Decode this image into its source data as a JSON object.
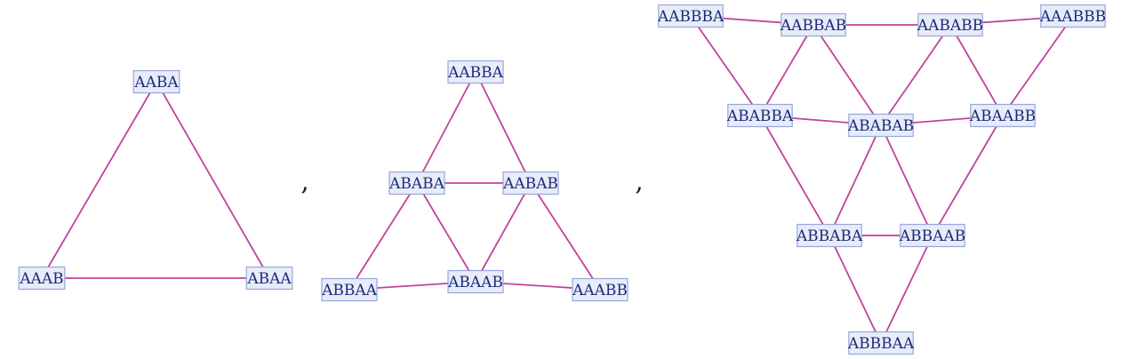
{
  "colors": {
    "node_fill": "#e8ecf8",
    "node_stroke": "#97a7dc",
    "label": "#1b2a7a",
    "edge": "#c0439a"
  },
  "separator_text": ",",
  "graphs": [
    {
      "id": "graph-1",
      "nodes": [
        "AABA",
        "AAAB",
        "ABAA"
      ],
      "edges": [
        [
          "AABA",
          "AAAB"
        ],
        [
          "AABA",
          "ABAA"
        ],
        [
          "AAAB",
          "ABAA"
        ]
      ]
    },
    {
      "id": "graph-2",
      "nodes": [
        "AABBA",
        "ABABA",
        "AABAB",
        "ABBAA",
        "ABAAB",
        "AAABB"
      ],
      "edges": [
        [
          "AABBA",
          "ABABA"
        ],
        [
          "AABBA",
          "AABAB"
        ],
        [
          "ABABA",
          "AABAB"
        ],
        [
          "ABABA",
          "ABBAA"
        ],
        [
          "ABABA",
          "ABAAB"
        ],
        [
          "AABAB",
          "ABAAB"
        ],
        [
          "AABAB",
          "AAABB"
        ],
        [
          "ABBAA",
          "ABAAB"
        ],
        [
          "ABAAB",
          "AAABB"
        ]
      ]
    },
    {
      "id": "graph-3",
      "nodes": [
        "AABBBA",
        "AABBAB",
        "AABABB",
        "AAABBB",
        "ABABBA",
        "ABABAB",
        "ABAABB",
        "ABBABA",
        "ABBAAB",
        "ABBBAA"
      ],
      "edges": [
        [
          "AABBBA",
          "AABBAB"
        ],
        [
          "AABBAB",
          "AABABB"
        ],
        [
          "AABABB",
          "AAABBB"
        ],
        [
          "AABBBA",
          "ABABBA"
        ],
        [
          "AABBAB",
          "ABABBA"
        ],
        [
          "AABBAB",
          "ABABAB"
        ],
        [
          "AABABB",
          "ABABAB"
        ],
        [
          "AABABB",
          "ABAABB"
        ],
        [
          "AAABBB",
          "ABAABB"
        ],
        [
          "ABABBA",
          "ABABAB"
        ],
        [
          "ABABAB",
          "ABAABB"
        ],
        [
          "ABABBA",
          "ABBABA"
        ],
        [
          "ABABAB",
          "ABBABA"
        ],
        [
          "ABABAB",
          "ABBAAB"
        ],
        [
          "ABAABB",
          "ABBAAB"
        ],
        [
          "ABBABA",
          "ABBAAB"
        ],
        [
          "ABBABA",
          "ABBBAA"
        ],
        [
          "ABBAAB",
          "ABBBAA"
        ]
      ]
    }
  ]
}
